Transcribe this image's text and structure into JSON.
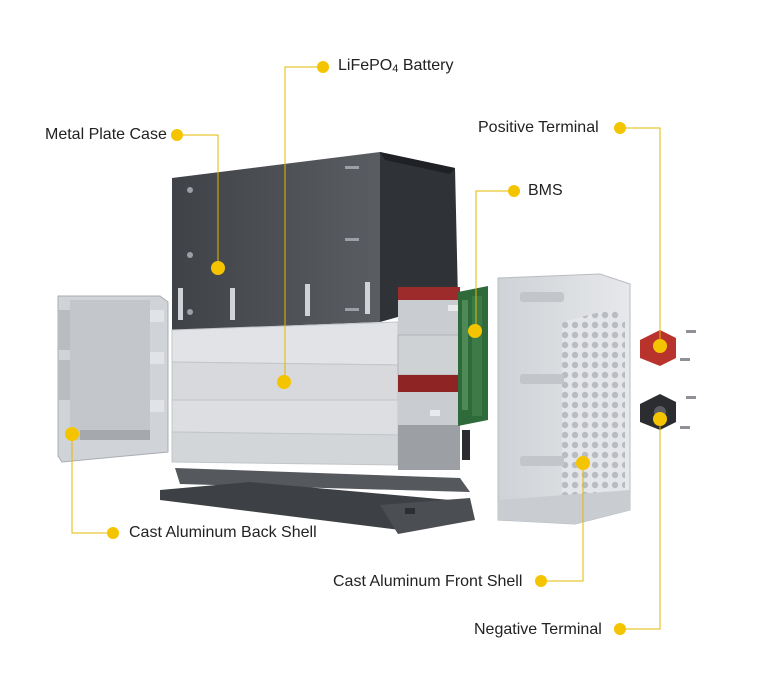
{
  "colors": {
    "accent": "#F5C400",
    "leader_line": "#E6B800",
    "text": "#222222",
    "steel_dark": "#4a4d52",
    "aluminum": "#d9dbde",
    "cell_red": "#9e2b2b",
    "pcb_green": "#2f6b3a"
  },
  "labels": {
    "battery_main": "LiFePO",
    "battery_sub": "4",
    "battery_tail": " Battery",
    "metal_plate_case": "Metal Plate Case",
    "positive_terminal": "Positive Terminal",
    "bms": "BMS",
    "cast_aluminum_back_shell": "Cast Aluminum Back Shell",
    "cast_aluminum_front_shell": "Cast Aluminum Front Shell",
    "negative_terminal": "Negative Terminal"
  }
}
